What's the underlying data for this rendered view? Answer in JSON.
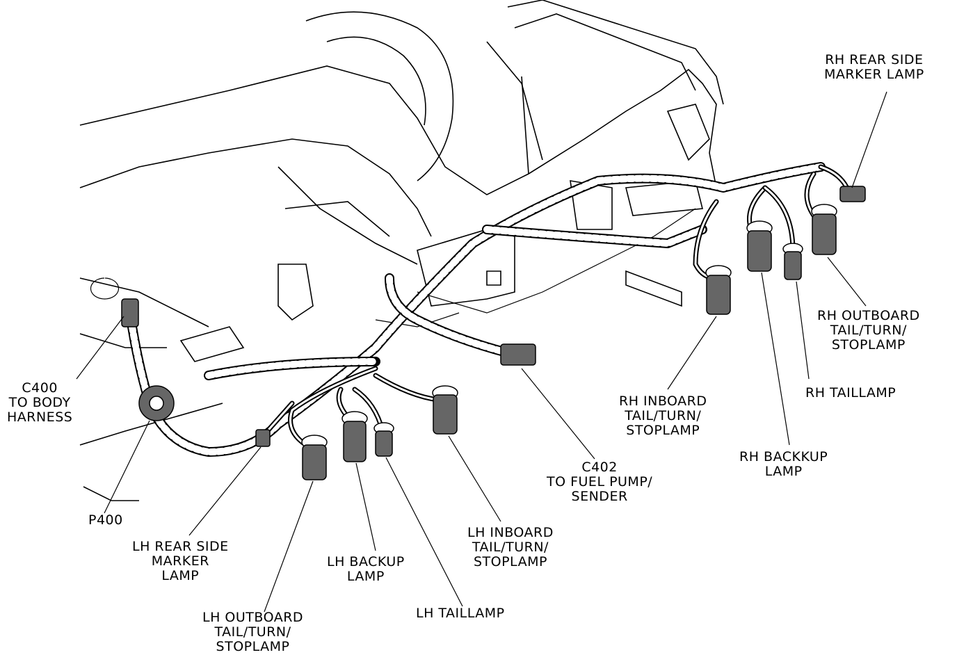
{
  "labels": {
    "rh_rear_side_marker": [
      "RH REAR SIDE",
      "MARKER LAMP"
    ],
    "rh_outboard": [
      "RH OUTBOARD",
      "TAIL/TURN/",
      "STOPLAMP"
    ],
    "rh_taillamp": [
      "RH TAILLAMP"
    ],
    "rh_inboard": [
      "RH INBOARD",
      "TAIL/TURN/",
      "STOPLAMP"
    ],
    "rh_backup": [
      "RH BACKKUP",
      "LAMP"
    ],
    "c400": [
      "C400",
      "TO BODY",
      "HARNESS"
    ],
    "p400": [
      "P400"
    ],
    "c402": [
      "C402",
      "TO FUEL PUMP/",
      "SENDER"
    ],
    "lh_rear_side_marker": [
      "LH REAR SIDE",
      "MARKER",
      "LAMP"
    ],
    "lh_backup": [
      "LH BACKUP",
      "LAMP"
    ],
    "lh_inboard": [
      "LH INBOARD",
      "TAIL/TURN/",
      "STOPLAMP"
    ],
    "lh_taillamp": [
      "LH TAILLAMP"
    ],
    "lh_outboard": [
      "LH OUTBOARD",
      "TAIL/TURN/",
      "STOPLAMP"
    ]
  }
}
